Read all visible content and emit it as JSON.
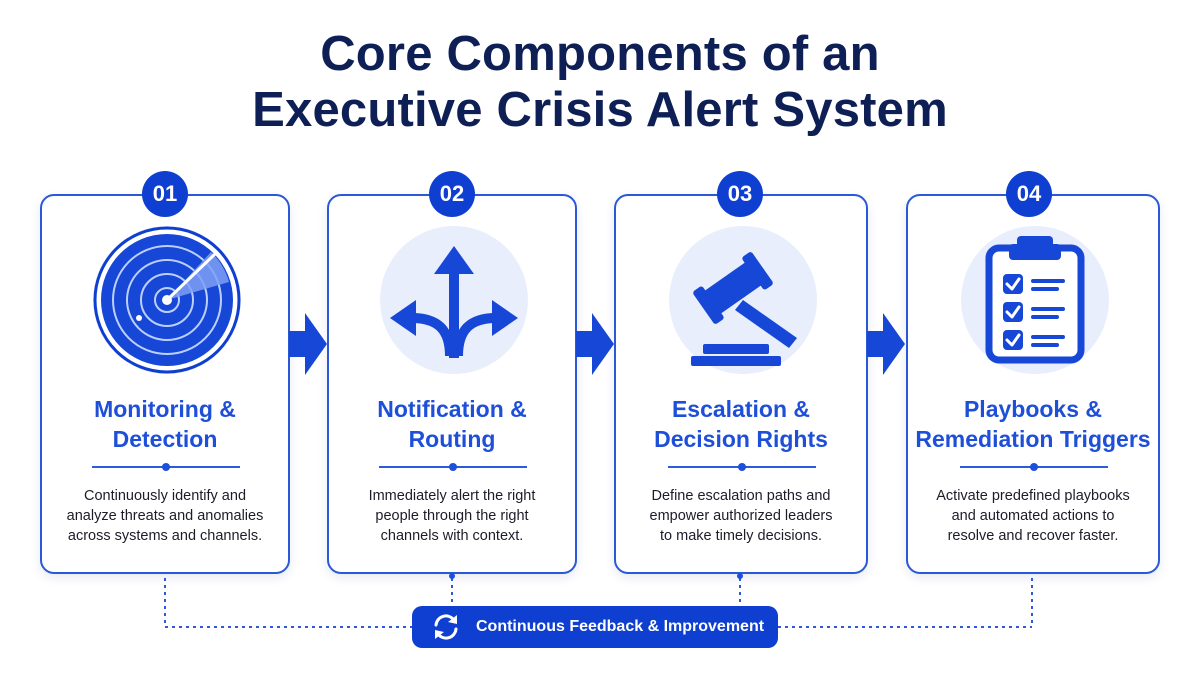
{
  "title": {
    "line1": "Core Components of an",
    "line2": "Executive Crisis Alert System"
  },
  "colors": {
    "primary": "#0e3fd0",
    "accent": "#1e4fd8",
    "title": "#0e1f55",
    "icon_bg": "#e9eefc"
  },
  "steps": [
    {
      "number": "01",
      "icon": "radar-icon",
      "title_lines": [
        "Monitoring &",
        "Detection"
      ],
      "desc_lines": [
        "Continuously identify and",
        "analyze threats and anomalies",
        "across systems and channels."
      ]
    },
    {
      "number": "02",
      "icon": "routing-arrows-icon",
      "title_lines": [
        "Notification &",
        "Routing"
      ],
      "desc_lines": [
        "Immediately alert the right",
        "people through the right",
        "channels with context."
      ]
    },
    {
      "number": "03",
      "icon": "gavel-icon",
      "title_lines": [
        "Escalation &",
        "Decision Rights"
      ],
      "desc_lines": [
        "Define escalation paths and",
        "empower authorized leaders",
        "to make timely decisions."
      ]
    },
    {
      "number": "04",
      "icon": "clipboard-checklist-icon",
      "title_lines": [
        "Playbooks &",
        "Remediation Triggers"
      ],
      "desc_lines": [
        "Activate predefined playbooks",
        "and automated actions to",
        "resolve and recover faster."
      ]
    }
  ],
  "feedback": {
    "label": "Continuous Feedback & Improvement",
    "icon": "refresh-cycle-icon"
  }
}
